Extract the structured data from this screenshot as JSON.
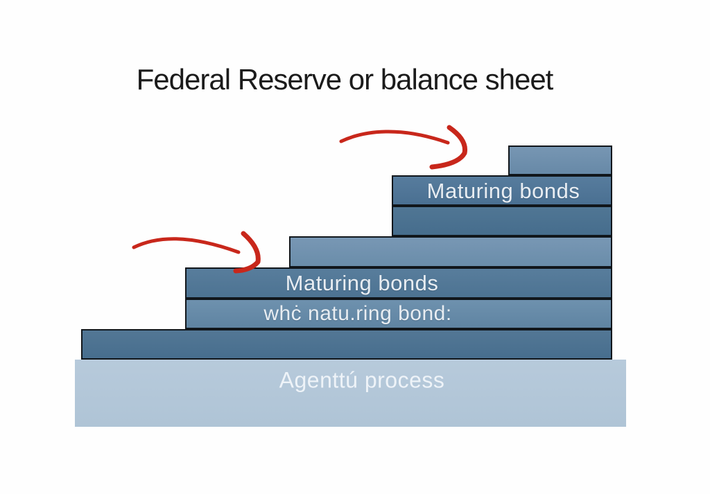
{
  "title": "Federal Reserve or balance sheet",
  "diagram": {
    "step_blocks": {
      "top_maturing_label": "Maturing bonds",
      "middle_maturing_label": "Maturing bonds",
      "middle_sub_label": "whċ natu.ring bond:",
      "base_label": "Agenttú process"
    },
    "icons": {
      "top_arrow": "curved-arrow-icon",
      "middle_arrow": "curved-arrow-icon"
    },
    "colors": {
      "arrow_red": "#c8271b",
      "block_blue_dark": "#4d7392",
      "block_blue_light": "#6d90ad",
      "base_bar_blue": "#b3c7d9",
      "block_border": "#11161b",
      "block_text": "#e8edf2",
      "title_text": "#1b1b1b",
      "background": "#ffffff"
    }
  }
}
